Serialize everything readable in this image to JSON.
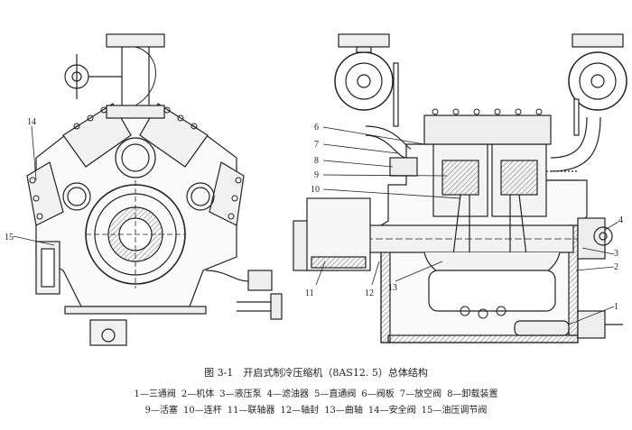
{
  "figure": {
    "caption": "图 3-1　开启式制冷压缩机（8AS12. 5）总体结构",
    "legend_row1": [
      "1—三通阀",
      "2—机体",
      "3—液压泵",
      "4—滤油器",
      "5—直通阀",
      "6—阀板",
      "7—放空阀",
      "8—卸载装置"
    ],
    "legend_row2": [
      "9—活塞",
      "10—连杆",
      "11—联轴器",
      "12—轴封",
      "13—曲轴",
      "14—安全阀",
      "15—油压调节阀"
    ]
  },
  "callouts": {
    "left": [
      "14",
      "15"
    ],
    "right": [
      "6",
      "7",
      "8",
      "9",
      "10",
      "11",
      "12",
      "13",
      "4",
      "3",
      "2",
      "1"
    ]
  }
}
